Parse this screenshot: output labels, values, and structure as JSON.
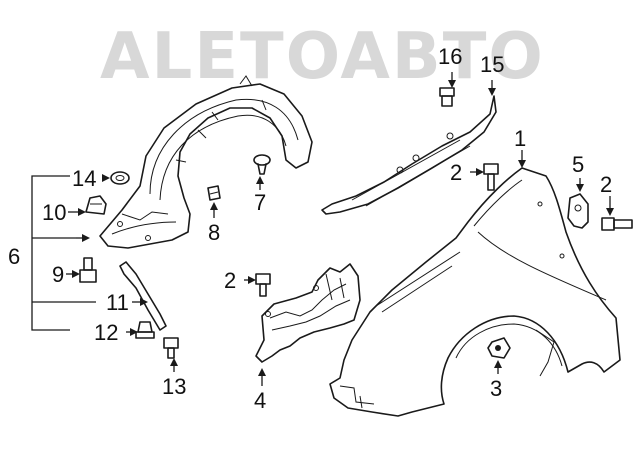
{
  "watermark": {
    "text": "ALETOABTO"
  },
  "callouts": {
    "c1": "1",
    "c2a": "2",
    "c2b": "2",
    "c2c": "2",
    "c3": "3",
    "c4": "4",
    "c5": "5",
    "c6": "6",
    "c7": "7",
    "c8": "8",
    "c9": "9",
    "c10": "10",
    "c11": "11",
    "c12": "12",
    "c13": "13",
    "c14": "14",
    "c15": "15",
    "c16": "16"
  },
  "colors": {
    "line": "#1a1a1a",
    "watermark": "#d8d8d8",
    "background": "#ffffff"
  }
}
